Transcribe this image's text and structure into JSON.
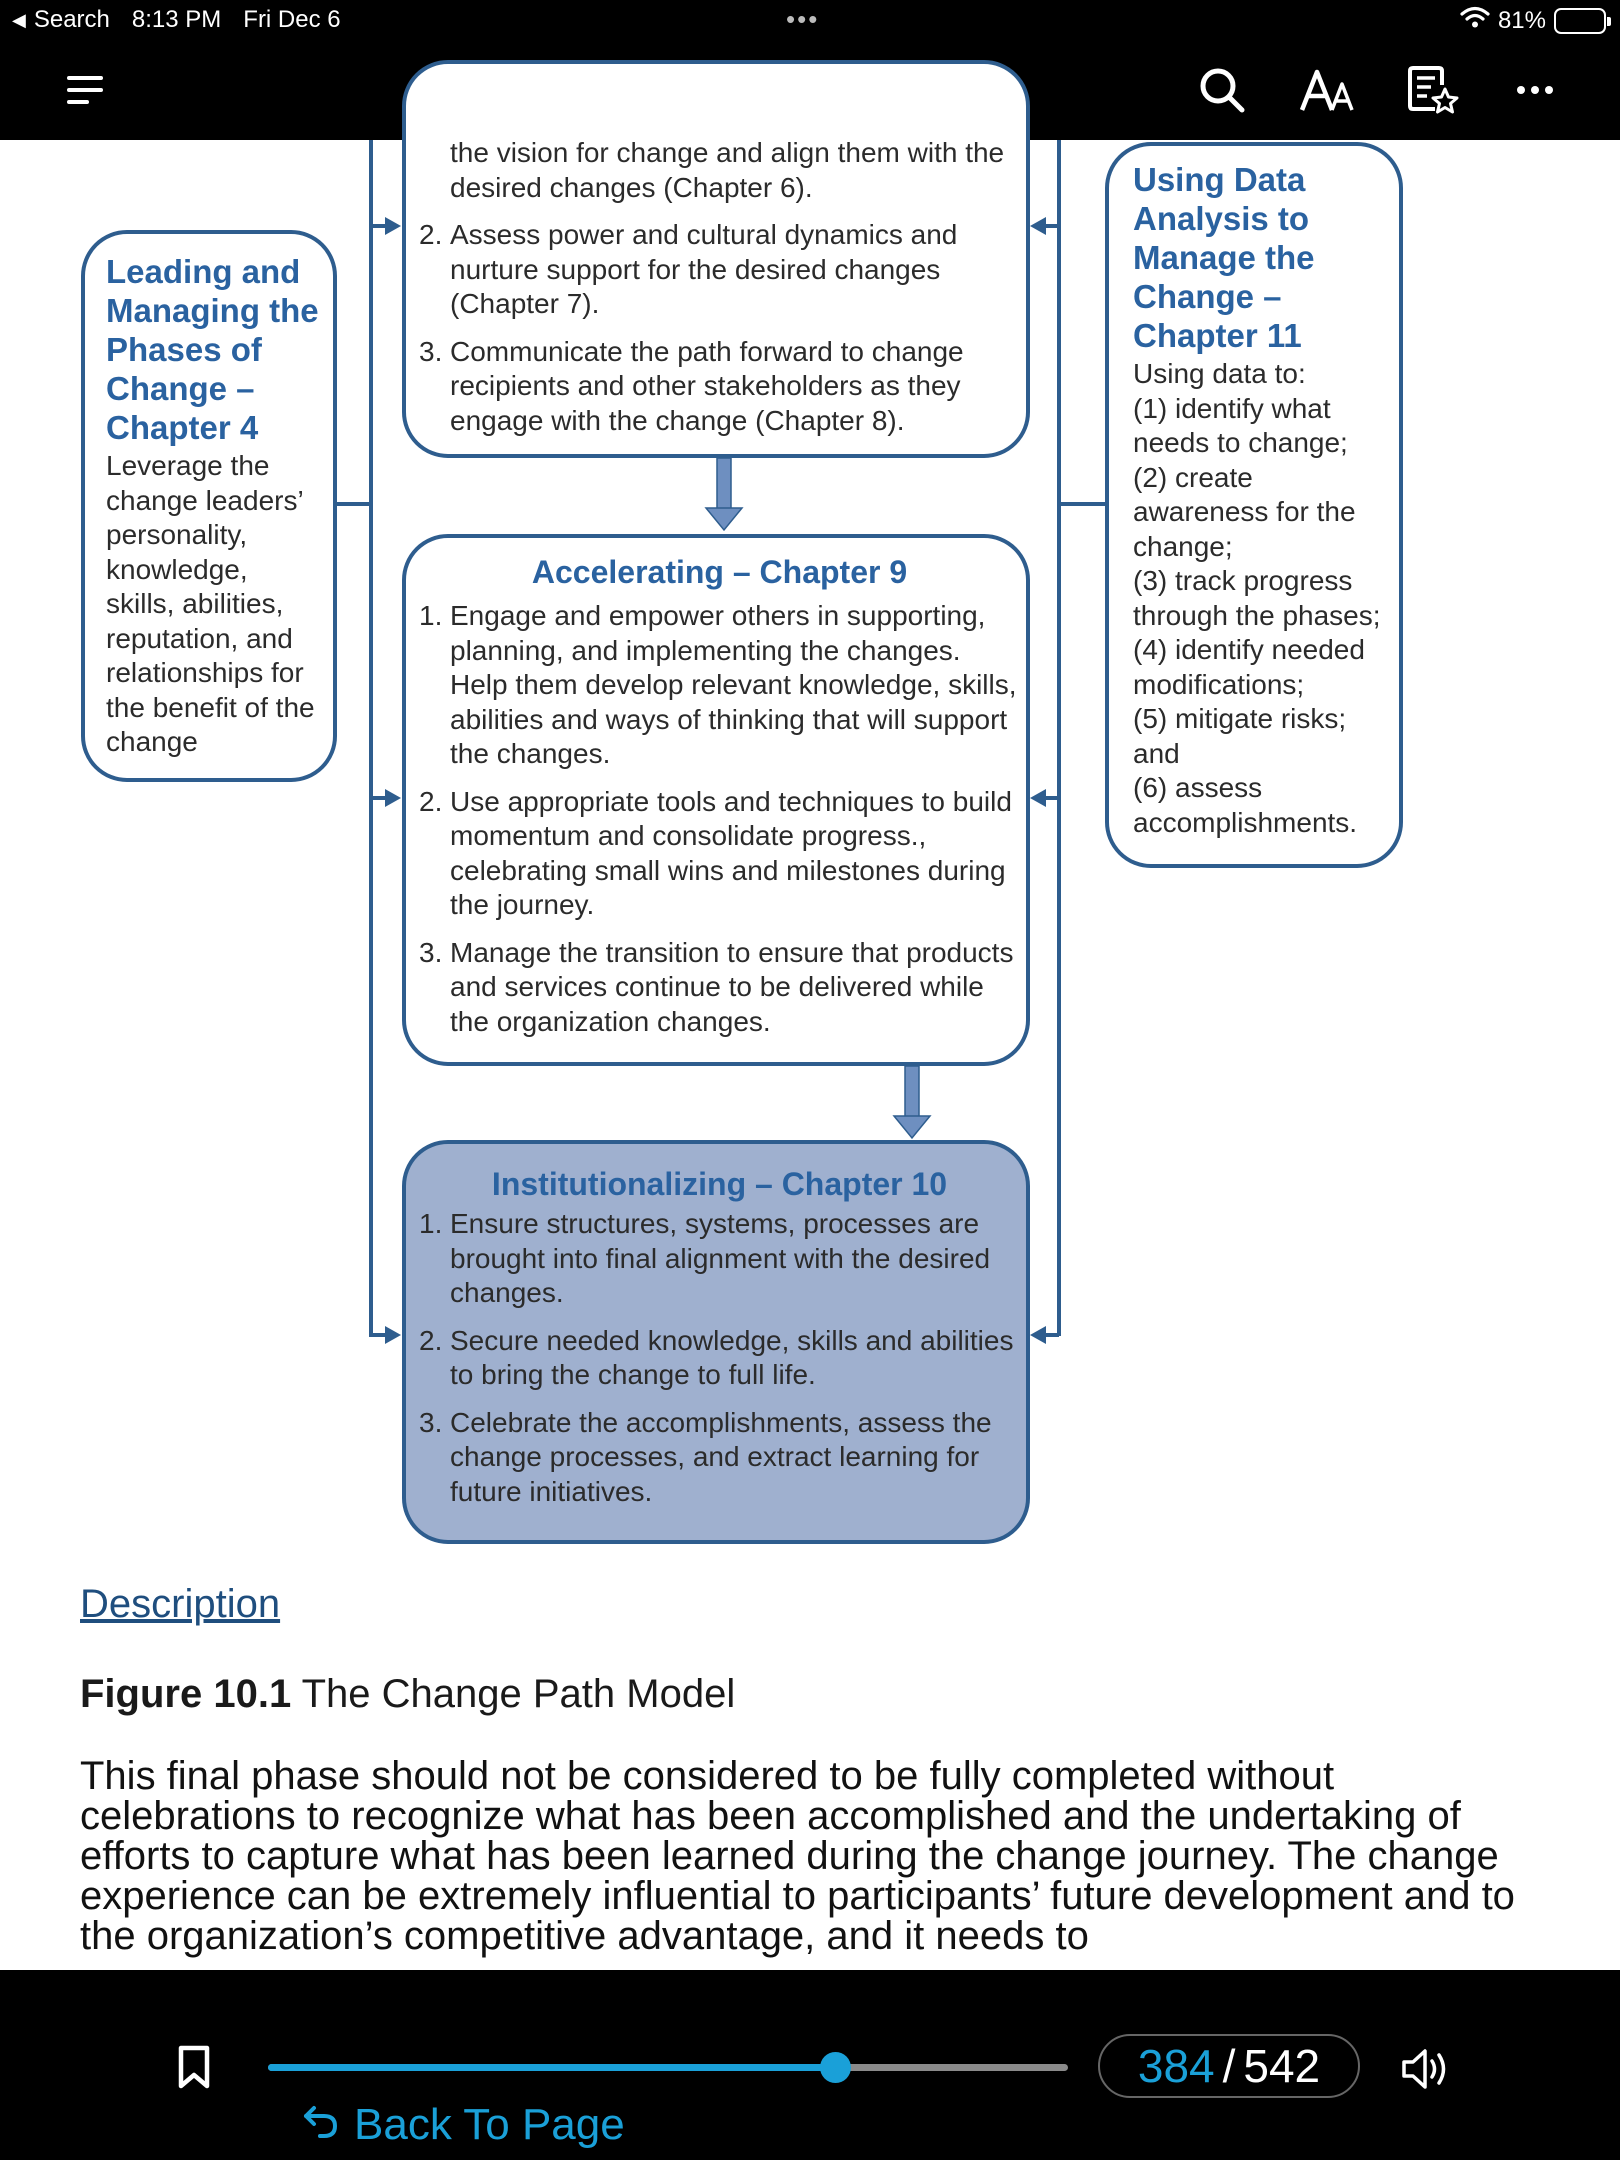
{
  "status_bar": {
    "back_app": "Search",
    "time": "8:13 PM",
    "date": "Fri Dec 6",
    "multitask_dots": "•••",
    "battery_percent": "81%",
    "battery_level": 0.81
  },
  "toolbar": {
    "icons": [
      "menu-icon",
      "search-icon",
      "text-size-icon",
      "bookmarks-list-icon",
      "more-icon"
    ]
  },
  "figure": {
    "left_box": {
      "title": "Leading and Managing the Phases of Change – Chapter 4",
      "body": "Leverage the change leaders’ personality, knowledge, skills, abilities, reputation, and relationships for the benefit of the change"
    },
    "right_box": {
      "title": "Using Data Analysis to Manage the Change – Chapter 11",
      "body_lines": [
        "Using data to:",
        "(1) identify what needs to change;",
        "(2) create awareness for the change;",
        "(3) track progress through the phases;",
        "(4) identify needed modifications;",
        "(5) mitigate risks; and",
        "(6) assess accomplishments."
      ]
    },
    "top_box": {
      "items": [
        {
          "num": "",
          "text": "the vision for change and align them with the desired changes (Chapter 6)."
        },
        {
          "num": "2.",
          "text": "Assess power and cultural dynamics and nurture support for the desired changes (Chapter 7)."
        },
        {
          "num": "3.",
          "text": "Communicate the path forward to change recipients and other stakeholders as they engage with the change (Chapter 8)."
        }
      ]
    },
    "accelerating_box": {
      "title": "Accelerating – Chapter 9",
      "items": [
        {
          "num": "1.",
          "text": "Engage and empower others in supporting, planning, and implementing the changes. Help them develop relevant knowledge, skills, abilities and ways of thinking that will support the changes."
        },
        {
          "num": "2.",
          "text": "Use appropriate tools and techniques to build momentum and consolidate progress., celebrating small wins and milestones during the journey."
        },
        {
          "num": "3.",
          "text": "Manage the transition to ensure that products and services continue to be delivered while the organization changes."
        }
      ]
    },
    "institutionalizing_box": {
      "title": "Institutionalizing – Chapter 10",
      "items": [
        {
          "num": "1.",
          "text": "Ensure structures, systems, processes are brought into final alignment with the desired changes."
        },
        {
          "num": "2.",
          "text": "Secure needed knowledge, skills and abilities to bring the change to full life."
        },
        {
          "num": "3.",
          "text": "Celebrate the accomplishments, assess the change processes, and extract learning for future initiatives."
        }
      ]
    }
  },
  "description_link": "Description",
  "caption": {
    "label": "Figure 10.1",
    "text": " The Change Path Model"
  },
  "paragraph": "This final phase should not be considered to be fully completed without celebrations to recognize what has been accomplished and the undertaking of efforts to capture what has been learned during the change journey. The change experience can be extremely influential to participants’ future development and to the organization’s competitive advantage, and it needs to",
  "bottom_bar": {
    "current_page": "384",
    "page_separator": "/",
    "total_pages": "542",
    "progress": 0.709,
    "back_to_page": "Back To Page"
  },
  "colors": {
    "box_border": "#2e5d8e",
    "box_title": "#2a62a0",
    "institutionalizing_fill": "#9fb0cf",
    "accent": "#1aa0d8"
  }
}
